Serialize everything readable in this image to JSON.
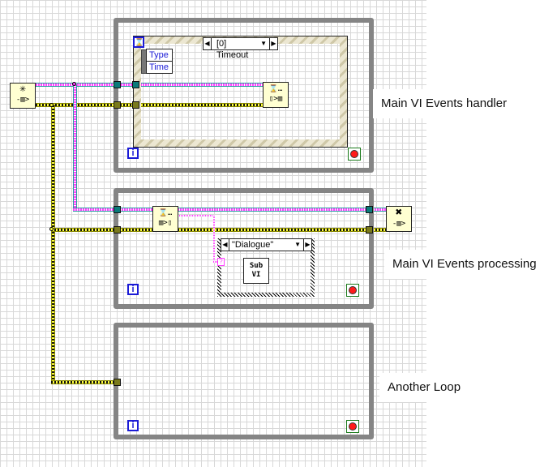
{
  "canvas": {
    "background": "#ffffff",
    "grid_color": "#d8d8d8"
  },
  "colors": {
    "loop_border": "#858585",
    "refnum_wire": "#ff40ff",
    "error_wire": "#ffff40",
    "tunnel_refnum": "#0b7a7a",
    "tunnel_error": "#7a7a1c",
    "iteration_terminal": "#1b1bd6",
    "stop_terminal": "#ff1a1a"
  },
  "nodes": {
    "create_queue": {
      "icon": "obtain-queue-icon",
      "glyph": "✳",
      "sub": "-▥>"
    },
    "dequeue_handler": {
      "icon": "dequeue-icon",
      "glyph": "⌛…",
      "sub": "▯>▥"
    },
    "dequeue_processing": {
      "icon": "dequeue-icon",
      "glyph": "⌛…",
      "sub": "▥>▯"
    },
    "release_queue": {
      "icon": "release-queue-icon",
      "glyph": "✖",
      "sub": "-▥>"
    }
  },
  "event_structure": {
    "selector": "[0] Timeout",
    "timeout_icon": "⌛",
    "event_data": [
      "Type",
      "Time"
    ]
  },
  "case_structure": {
    "selector": "\"Dialogue\"",
    "selector_terminal": "?",
    "subvi_label": [
      "Sub",
      "VI"
    ]
  },
  "loops": [
    {
      "label": "Main VI Events handler",
      "iteration": "i"
    },
    {
      "label": "Main VI Events processing",
      "iteration": "i"
    },
    {
      "label": "Another Loop",
      "iteration": "i"
    }
  ]
}
